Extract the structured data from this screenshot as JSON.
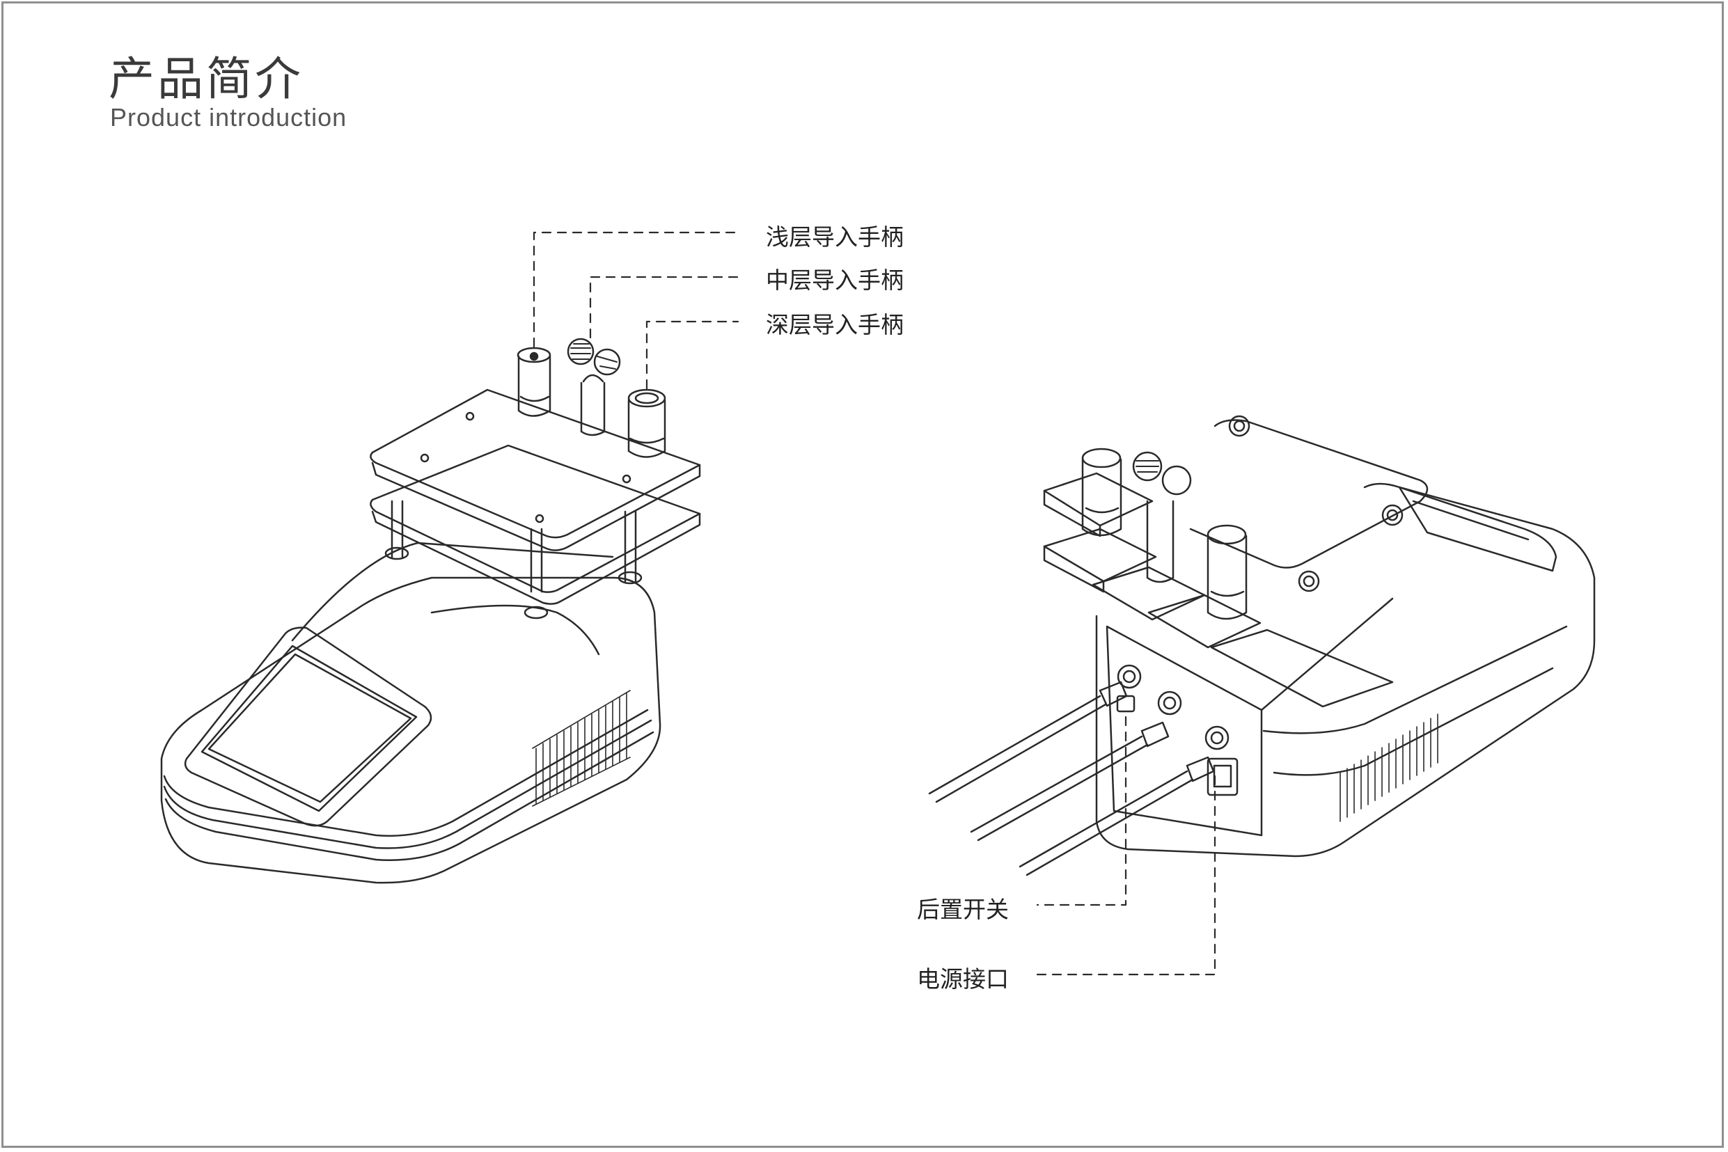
{
  "header": {
    "title_cn": "产品简介",
    "title_en": "Product introduction"
  },
  "callouts": {
    "shallow_handle": "浅层导入手柄",
    "middle_handle": "中层导入手柄",
    "deep_handle": "深层导入手柄",
    "rear_switch": "后置开关",
    "power_port": "电源接口"
  },
  "colors": {
    "frame": "#8f8f8f",
    "line": "#2a2a2a",
    "text": "#222222"
  }
}
